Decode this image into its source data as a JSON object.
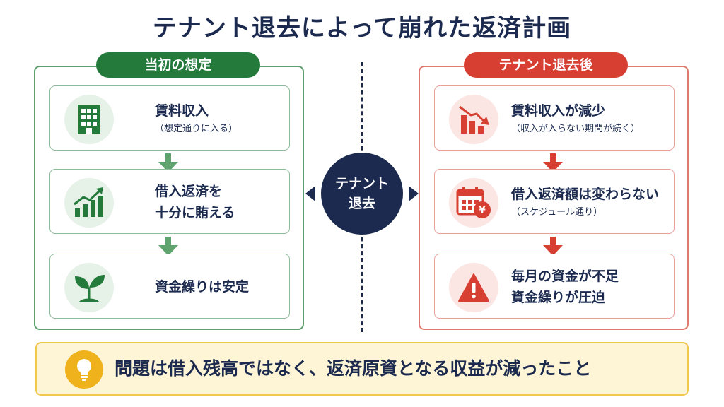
{
  "title": "テナント退去によって崩れた返済計画",
  "left": {
    "badge": "当初の想定",
    "cards": [
      {
        "main": "賃料収入",
        "sub": "（想定通りに入る）",
        "icon": "building-icon"
      },
      {
        "main": "借入返済を",
        "main2": "十分に賄える",
        "icon": "growth-chart-icon"
      },
      {
        "main": "資金繰りは安定",
        "icon": "sprout-icon"
      }
    ]
  },
  "center": {
    "line1": "テナント",
    "line2": "退去"
  },
  "right": {
    "badge": "テナント退去後",
    "cards": [
      {
        "main": "賃料収入が減少",
        "sub": "（収入が入らない期間が続く）",
        "icon": "declining-chart-icon"
      },
      {
        "main": "借入返済額は変わらない",
        "sub": "（スケジュール通り）",
        "icon": "calendar-yen-icon"
      },
      {
        "main": "毎月の資金が不足",
        "main2": "資金繰りが圧迫",
        "icon": "warning-icon"
      }
    ]
  },
  "footer": {
    "message": "問題は借入残高ではなく、返済原資となる収益が減ったこと",
    "icon": "lightbulb-icon"
  },
  "colors": {
    "navy": "#1b2a4e",
    "green": "#237a3b",
    "red": "#d63f31",
    "yellow": "#efb21c"
  }
}
